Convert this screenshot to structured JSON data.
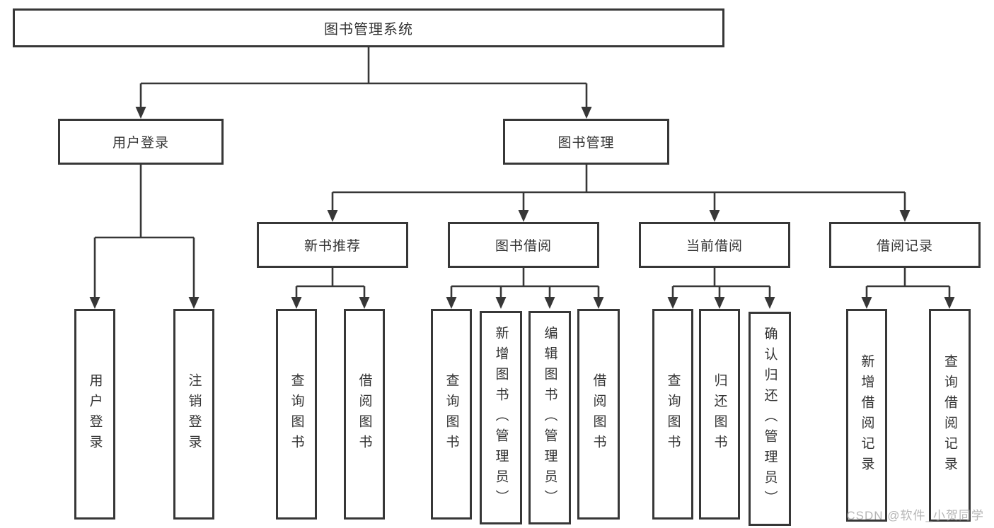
{
  "diagram": {
    "root": {
      "label": "图书管理系统"
    },
    "branches": [
      {
        "label": "用户登录",
        "children": [
          "用户登录",
          "注销登录"
        ]
      },
      {
        "label": "图书管理"
      }
    ],
    "modules": [
      {
        "label": "新书推荐",
        "children": [
          "查询图书",
          "借阅图书"
        ]
      },
      {
        "label": "图书借阅",
        "children": [
          "查询图书",
          "新增图书（管理员）",
          "编辑图书（管理员）",
          "借阅图书"
        ]
      },
      {
        "label": "当前借阅",
        "children": [
          "查询图书",
          "归还图书",
          "确认归还（管理员）"
        ]
      },
      {
        "label": "借阅记录",
        "children": [
          "新增借阅记录",
          "查询借阅记录"
        ]
      }
    ],
    "watermark": "CSDN @软件_小贺同学",
    "colors": {
      "line": "#373737",
      "box_border": "#373737",
      "text": "#333333",
      "background": "#ffffff",
      "watermark": "#9e9e9e"
    }
  }
}
